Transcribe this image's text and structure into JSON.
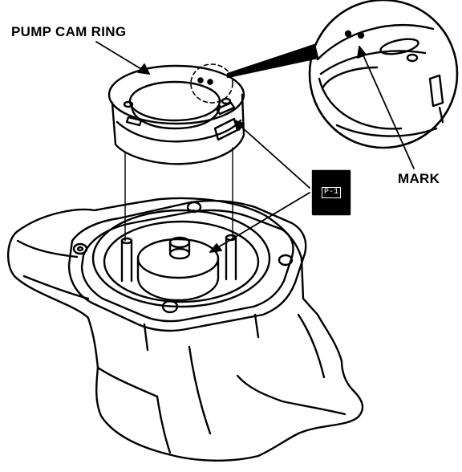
{
  "labels": {
    "pump_cam_ring": "PUMP CAM RING",
    "mark": "MARK",
    "badge_text": "P-1"
  },
  "colors": {
    "ink": "#000000",
    "paper": "#ffffff"
  },
  "icons": {
    "badge": "black-square-label-icon"
  }
}
